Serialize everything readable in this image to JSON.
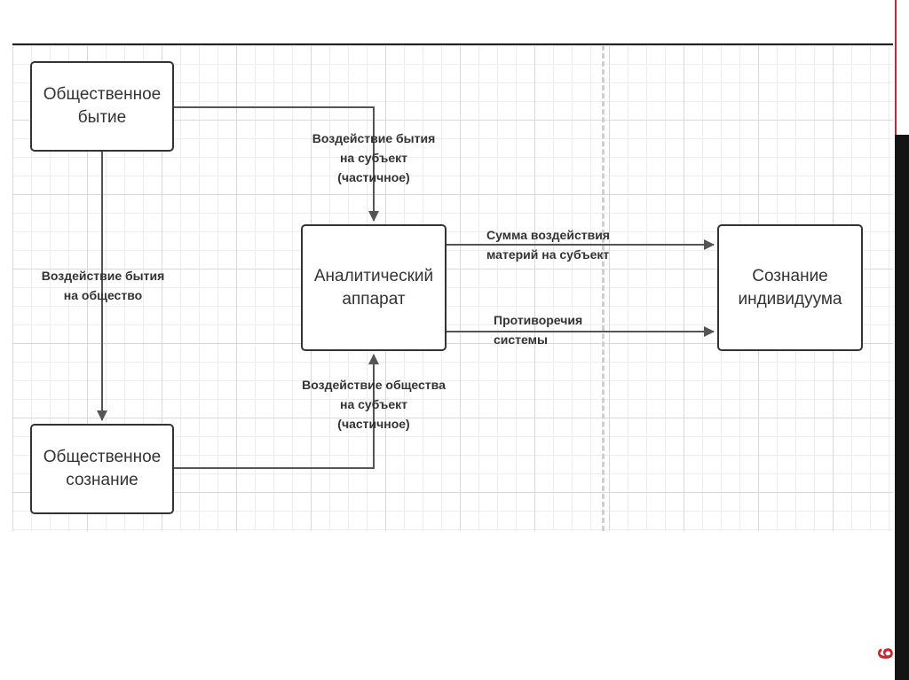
{
  "nodes": {
    "being": "Общественное бытие",
    "social_consciousness": "Общественное сознание",
    "analytic": "Аналитический аппарат",
    "individual": "Сознание индивидуума"
  },
  "edges": {
    "being_to_society": [
      "Воздействие бытия",
      "на общество"
    ],
    "being_to_subject": [
      "Воздействие бытия",
      "на субъект",
      "(частичное)"
    ],
    "society_to_subject": [
      "Воздействие общества",
      "на субъект",
      "(частичное)"
    ],
    "matter_sum": [
      "Сумма воздействия",
      "материй на субъект"
    ],
    "contradictions": [
      "Противоречия",
      "системы"
    ]
  },
  "page_number": "9",
  "colors": {
    "line": "#555555",
    "border": "#333333",
    "accent": "#c9252c"
  }
}
